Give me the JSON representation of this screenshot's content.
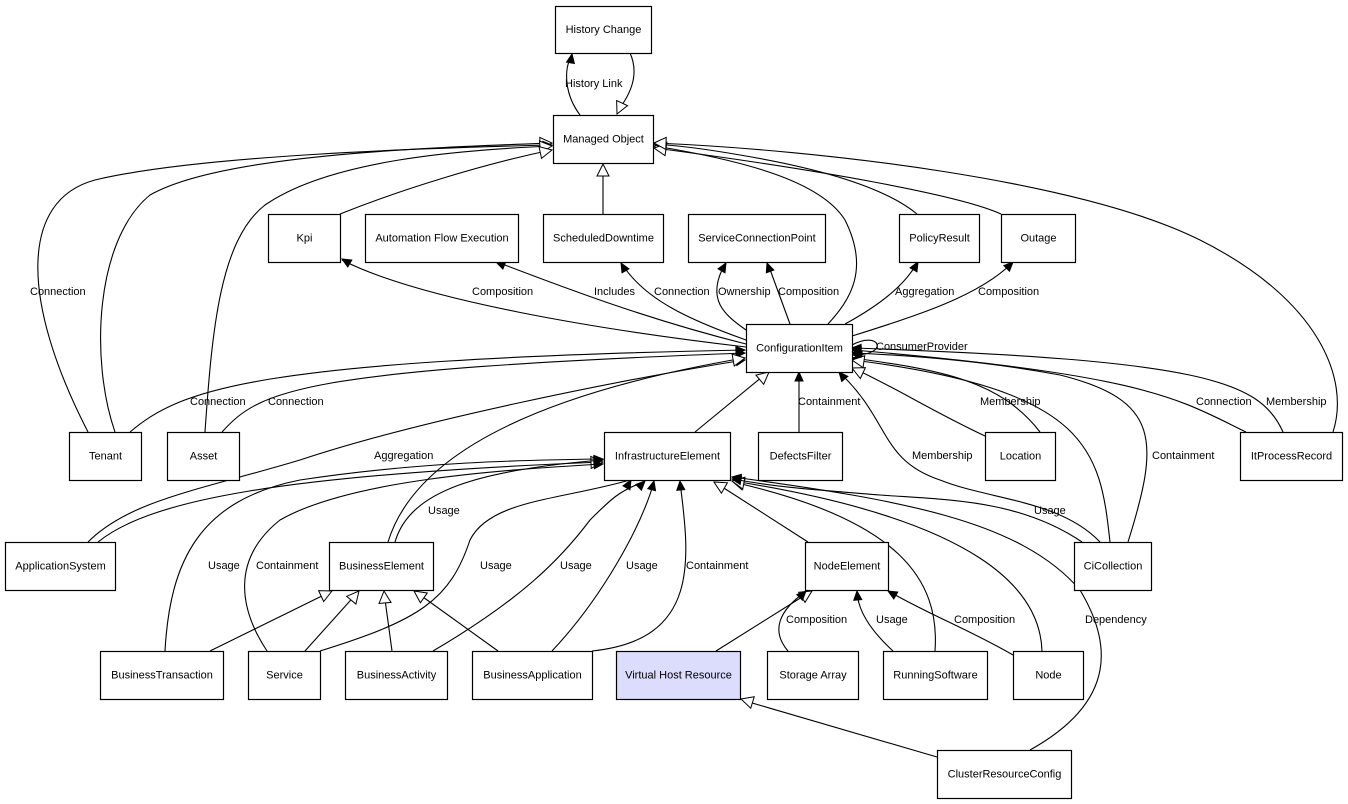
{
  "diagram": {
    "type": "uml-class-relationship-graph",
    "highlight_color": "#dcdcfc",
    "nodes": [
      {
        "id": "history_change",
        "label": "History Change"
      },
      {
        "id": "managed_object",
        "label": "Managed Object"
      },
      {
        "id": "kpi",
        "label": "Kpi"
      },
      {
        "id": "automation_flow_execution",
        "label": "Automation Flow Execution"
      },
      {
        "id": "scheduled_downtime",
        "label": "ScheduledDowntime"
      },
      {
        "id": "service_connection_point",
        "label": "ServiceConnectionPoint"
      },
      {
        "id": "policy_result",
        "label": "PolicyResult"
      },
      {
        "id": "outage",
        "label": "Outage"
      },
      {
        "id": "configuration_item",
        "label": "ConfigurationItem"
      },
      {
        "id": "tenant",
        "label": "Tenant"
      },
      {
        "id": "asset",
        "label": "Asset"
      },
      {
        "id": "infrastructure_element",
        "label": "InfrastructureElement"
      },
      {
        "id": "defects_filter",
        "label": "DefectsFilter"
      },
      {
        "id": "location",
        "label": "Location"
      },
      {
        "id": "it_process_record",
        "label": "ItProcessRecord"
      },
      {
        "id": "application_system",
        "label": "ApplicationSystem"
      },
      {
        "id": "business_element",
        "label": "BusinessElement"
      },
      {
        "id": "node_element",
        "label": "NodeElement"
      },
      {
        "id": "ci_collection",
        "label": "CiCollection"
      },
      {
        "id": "business_transaction",
        "label": "BusinessTransaction"
      },
      {
        "id": "service",
        "label": "Service"
      },
      {
        "id": "business_activity",
        "label": "BusinessActivity"
      },
      {
        "id": "business_application",
        "label": "BusinessApplication"
      },
      {
        "id": "virtual_host_resource",
        "label": "Virtual Host Resource",
        "highlighted": true
      },
      {
        "id": "storage_array",
        "label": "Storage Array"
      },
      {
        "id": "running_software",
        "label": "RunningSoftware"
      },
      {
        "id": "node",
        "label": "Node"
      },
      {
        "id": "cluster_resource_config",
        "label": "ClusterResourceConfig"
      }
    ],
    "edges": [
      {
        "from": "managed_object",
        "to": "history_change",
        "label": "History Link",
        "kind": "association"
      },
      {
        "from": "history_change",
        "to": "managed_object",
        "label": "",
        "kind": "inheritance"
      },
      {
        "from": "tenant",
        "to": "managed_object",
        "label": "",
        "kind": "inheritance"
      },
      {
        "from": "tenant",
        "to": "managed_object",
        "label": "Connection",
        "kind": "association"
      },
      {
        "from": "asset",
        "to": "managed_object",
        "label": "",
        "kind": "inheritance"
      },
      {
        "from": "kpi",
        "to": "managed_object",
        "label": "",
        "kind": "inheritance"
      },
      {
        "from": "scheduled_downtime",
        "to": "managed_object",
        "label": "",
        "kind": "inheritance"
      },
      {
        "from": "configuration_item",
        "to": "managed_object",
        "label": "",
        "kind": "inheritance"
      },
      {
        "from": "policy_result",
        "to": "managed_object",
        "label": "",
        "kind": "inheritance"
      },
      {
        "from": "outage",
        "to": "managed_object",
        "label": "",
        "kind": "inheritance"
      },
      {
        "from": "it_process_record",
        "to": "managed_object",
        "label": "",
        "kind": "inheritance"
      },
      {
        "from": "configuration_item",
        "to": "kpi",
        "label": "Composition",
        "kind": "association"
      },
      {
        "from": "configuration_item",
        "to": "automation_flow_execution",
        "label": "Includes",
        "kind": "association"
      },
      {
        "from": "configuration_item",
        "to": "scheduled_downtime",
        "label": "Connection",
        "kind": "association"
      },
      {
        "from": "configuration_item",
        "to": "service_connection_point",
        "label": "Ownership",
        "kind": "association"
      },
      {
        "from": "configuration_item",
        "to": "service_connection_point",
        "label": "Composition",
        "kind": "association"
      },
      {
        "from": "configuration_item",
        "to": "policy_result",
        "label": "Aggregation",
        "kind": "association"
      },
      {
        "from": "configuration_item",
        "to": "outage",
        "label": "Composition",
        "kind": "association"
      },
      {
        "from": "configuration_item",
        "to": "configuration_item",
        "label": "ConsumerProvider",
        "kind": "association"
      },
      {
        "from": "tenant",
        "to": "configuration_item",
        "label": "Connection",
        "kind": "association"
      },
      {
        "from": "asset",
        "to": "configuration_item",
        "label": "Connection",
        "kind": "association"
      },
      {
        "from": "application_system",
        "to": "configuration_item",
        "label": "Aggregation",
        "kind": "association"
      },
      {
        "from": "business_element",
        "to": "configuration_item",
        "label": "",
        "kind": "inheritance"
      },
      {
        "from": "infrastructure_element",
        "to": "configuration_item",
        "label": "",
        "kind": "inheritance"
      },
      {
        "from": "defects_filter",
        "to": "configuration_item",
        "label": "Containment",
        "kind": "association"
      },
      {
        "from": "ci_collection",
        "to": "configuration_item",
        "label": "Membership",
        "kind": "association"
      },
      {
        "from": "location",
        "to": "configuration_item",
        "label": "",
        "kind": "inheritance"
      },
      {
        "from": "location",
        "to": "configuration_item",
        "label": "Membership",
        "kind": "association"
      },
      {
        "from": "ci_collection",
        "to": "configuration_item",
        "label": "",
        "kind": "inheritance"
      },
      {
        "from": "ci_collection",
        "to": "configuration_item",
        "label": "Containment",
        "kind": "association"
      },
      {
        "from": "it_process_record",
        "to": "configuration_item",
        "label": "Connection",
        "kind": "association"
      },
      {
        "from": "it_process_record",
        "to": "configuration_item",
        "label": "Membership",
        "kind": "association"
      },
      {
        "from": "application_system",
        "to": "infrastructure_element",
        "label": "",
        "kind": "inheritance"
      },
      {
        "from": "business_element",
        "to": "infrastructure_element",
        "label": "Usage",
        "kind": "association"
      },
      {
        "from": "business_transaction",
        "to": "infrastructure_element",
        "label": "Usage",
        "kind": "association"
      },
      {
        "from": "service",
        "to": "infrastructure_element",
        "label": "Containment",
        "kind": "association"
      },
      {
        "from": "service",
        "to": "infrastructure_element",
        "label": "Usage",
        "kind": "association"
      },
      {
        "from": "business_activity",
        "to": "infrastructure_element",
        "label": "Usage",
        "kind": "association"
      },
      {
        "from": "business_application",
        "to": "infrastructure_element",
        "label": "Usage",
        "kind": "association"
      },
      {
        "from": "business_application",
        "to": "infrastructure_element",
        "label": "Containment",
        "kind": "association"
      },
      {
        "from": "node_element",
        "to": "infrastructure_element",
        "label": "",
        "kind": "inheritance"
      },
      {
        "from": "running_software",
        "to": "infrastructure_element",
        "label": "",
        "kind": "inheritance"
      },
      {
        "from": "node",
        "to": "infrastructure_element",
        "label": "",
        "kind": "inheritance"
      },
      {
        "from": "ci_collection",
        "to": "infrastructure_element",
        "label": "Usage",
        "kind": "association"
      },
      {
        "from": "cluster_resource_config",
        "to": "infrastructure_element",
        "label": "Dependency",
        "kind": "association"
      },
      {
        "from": "business_transaction",
        "to": "business_element",
        "label": "",
        "kind": "inheritance"
      },
      {
        "from": "service",
        "to": "business_element",
        "label": "",
        "kind": "inheritance"
      },
      {
        "from": "business_activity",
        "to": "business_element",
        "label": "",
        "kind": "inheritance"
      },
      {
        "from": "business_application",
        "to": "business_element",
        "label": "",
        "kind": "inheritance"
      },
      {
        "from": "virtual_host_resource",
        "to": "node_element",
        "label": "",
        "kind": "inheritance"
      },
      {
        "from": "storage_array",
        "to": "node_element",
        "label": "Composition",
        "kind": "association"
      },
      {
        "from": "running_software",
        "to": "node_element",
        "label": "Usage",
        "kind": "association"
      },
      {
        "from": "node",
        "to": "node_element",
        "label": "Composition",
        "kind": "association"
      },
      {
        "from": "cluster_resource_config",
        "to": "virtual_host_resource",
        "label": "",
        "kind": "inheritance"
      }
    ]
  }
}
